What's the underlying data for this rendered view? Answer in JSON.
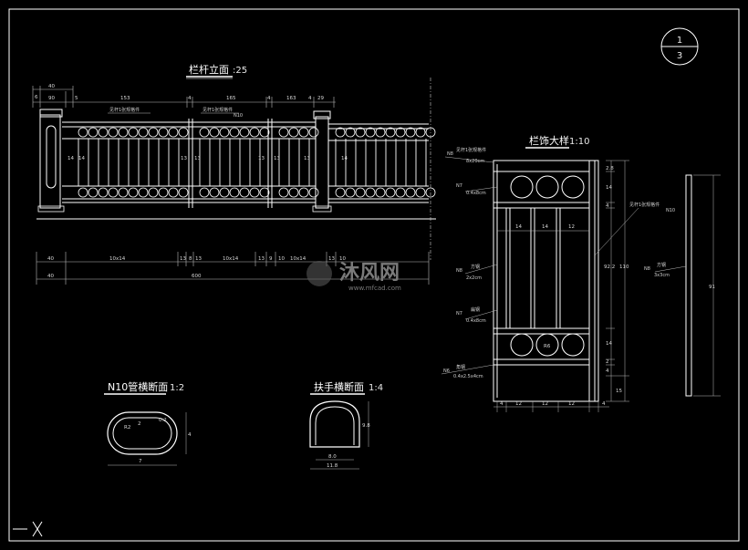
{
  "sheet": {
    "number_top": "1",
    "number_bottom": "3"
  },
  "elevation": {
    "title": "栏杆立面",
    "scale": ":25",
    "top_dims": [
      "6",
      "40",
      "90",
      "5",
      "153",
      "4",
      "165",
      "4",
      "163",
      "4",
      "29"
    ],
    "bottom_dims_row1": [
      "40",
      "10x14",
      "13",
      "8",
      "13",
      "10x14",
      "13",
      "9",
      "10",
      "10x14",
      "13",
      "10"
    ],
    "bottom_dims_row2": [
      "40",
      "600"
    ],
    "bay_dims": [
      "14",
      "14",
      "13",
      "13",
      "13",
      "13",
      "13",
      "14"
    ],
    "labels": [
      "见杆1张规格件",
      "见杆1张规格件",
      "N10"
    ]
  },
  "detail": {
    "title": "栏饰大样",
    "scale": "1:10",
    "left_labels": [
      "N8",
      "见杆1张规格件",
      "8x20cm",
      "N7",
      "0.4x8cm",
      "N8",
      "方钢",
      "2x2cm",
      "N7",
      "扁钢",
      "0.4x8cm",
      "N6",
      "角钢",
      "0.4x2.5x4cm"
    ],
    "right_labels": [
      "见杆1张规格件",
      "N10"
    ],
    "column_dims": [
      "14",
      "14",
      "12"
    ],
    "bottom_dims": [
      "4",
      "12",
      "12",
      "12",
      "4"
    ],
    "vertical_dims": [
      "2.8",
      "14",
      "4",
      "92.2",
      "110",
      "14",
      "2",
      "4",
      "15"
    ],
    "circle_label": "R6",
    "side_dims": [
      "91"
    ],
    "side_labels": [
      "N8",
      "方钢",
      "3x3cm"
    ]
  },
  "section_n10": {
    "title": "N10管横断面",
    "scale": "1:2",
    "dims": [
      "7",
      "4",
      "2",
      "0.2",
      "R2"
    ]
  },
  "section_handrail": {
    "title": "扶手横断面",
    "scale": "1:4",
    "dims": [
      "8.0",
      "11.8",
      "9.8"
    ]
  },
  "watermark": {
    "brand": "沐风网",
    "url": "www.mfcad.com"
  }
}
